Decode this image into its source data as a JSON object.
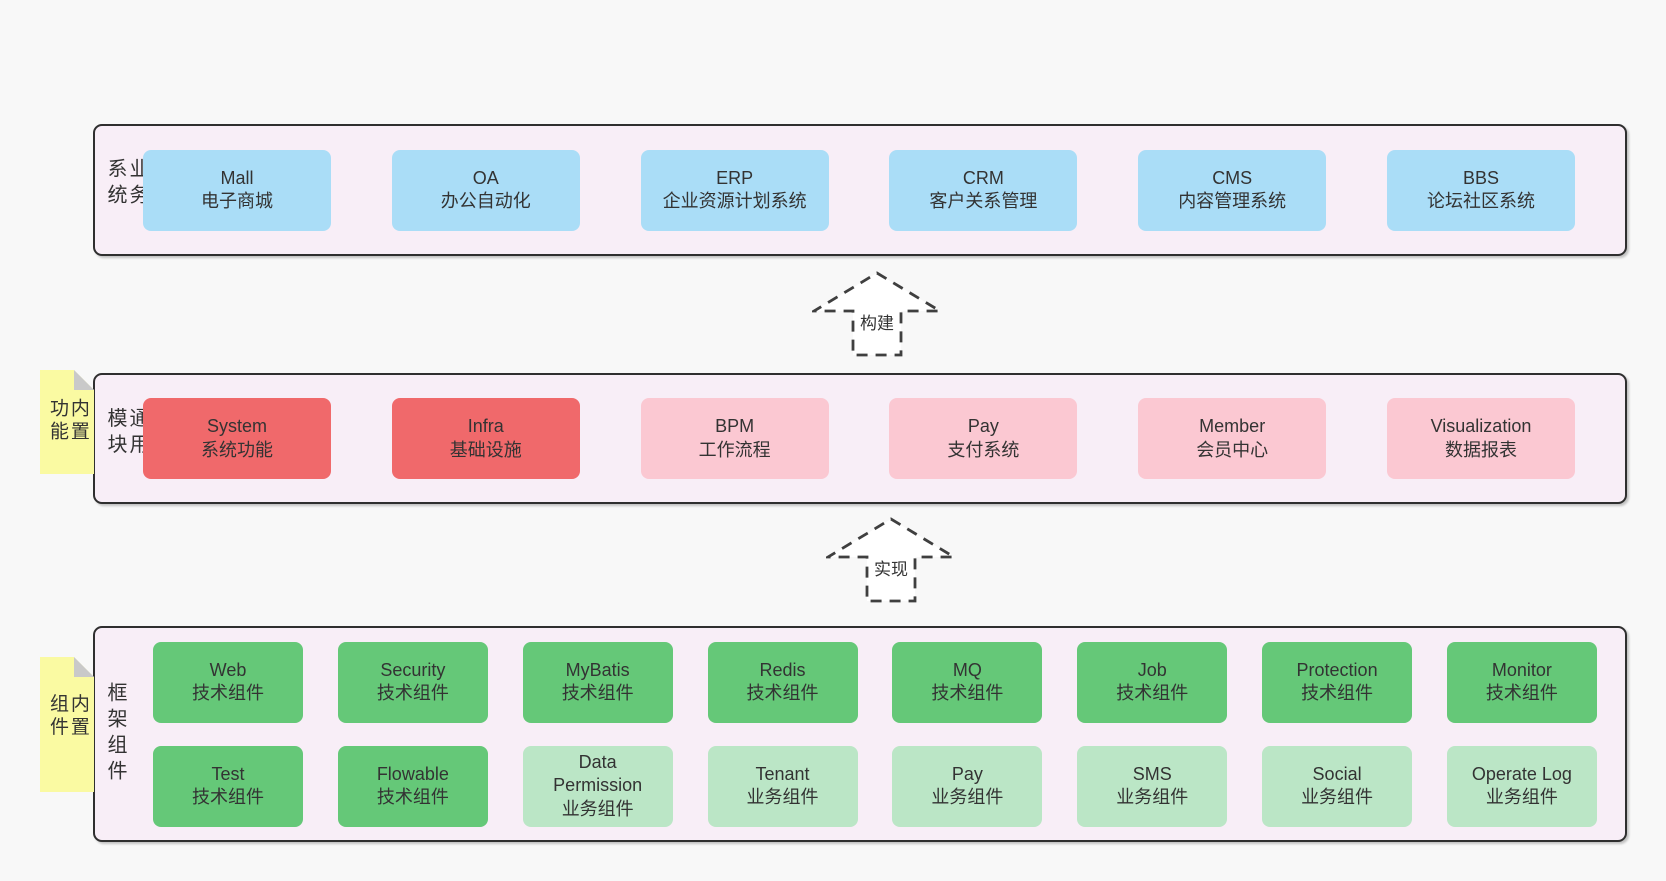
{
  "diagram": {
    "arrows": [
      {
        "label": "构建"
      },
      {
        "label": "实现"
      }
    ],
    "bands": {
      "business": {
        "label": "业务系统",
        "boxes": [
          {
            "en": "Mall",
            "zh": "电子商城"
          },
          {
            "en": "OA",
            "zh": "办公自动化"
          },
          {
            "en": "ERP",
            "zh": "企业资源计划系统"
          },
          {
            "en": "CRM",
            "zh": "客户关系管理"
          },
          {
            "en": "CMS",
            "zh": "内容管理系统"
          },
          {
            "en": "BBS",
            "zh": "论坛社区系统"
          }
        ]
      },
      "modules": {
        "label": "通用模块",
        "sticky": "内置功能",
        "boxes": [
          {
            "en": "System",
            "zh": "系统功能"
          },
          {
            "en": "Infra",
            "zh": "基础设施"
          },
          {
            "en": "BPM",
            "zh": "工作流程"
          },
          {
            "en": "Pay",
            "zh": "支付系统"
          },
          {
            "en": "Member",
            "zh": "会员中心"
          },
          {
            "en": "Visualization",
            "zh": "数据报表"
          }
        ]
      },
      "components": {
        "label": "框架组件",
        "sticky": "内置组件",
        "row1": [
          {
            "en": "Web",
            "zh": "技术组件"
          },
          {
            "en": "Security",
            "zh": "技术组件"
          },
          {
            "en": "MyBatis",
            "zh": "技术组件"
          },
          {
            "en": "Redis",
            "zh": "技术组件"
          },
          {
            "en": "MQ",
            "zh": "技术组件"
          },
          {
            "en": "Job",
            "zh": "技术组件"
          },
          {
            "en": "Protection",
            "zh": "技术组件"
          },
          {
            "en": "Monitor",
            "zh": "技术组件"
          }
        ],
        "row2": [
          {
            "en": "Test",
            "zh": "技术组件"
          },
          {
            "en": "Flowable",
            "zh": "技术组件"
          },
          {
            "en": "Data Permission",
            "zh": "业务组件"
          },
          {
            "en": "Tenant",
            "zh": "业务组件"
          },
          {
            "en": "Pay",
            "zh": "业务组件"
          },
          {
            "en": "SMS",
            "zh": "业务组件"
          },
          {
            "en": "Social",
            "zh": "业务组件"
          },
          {
            "en": "Operate Log",
            "zh": "业务组件"
          }
        ]
      }
    },
    "colors": {
      "page_bg": "#f8f8f8",
      "band_fill": "#f8eef7",
      "band_border": "#2f2f2f",
      "blue": "#aaddf7",
      "red": "#f0696b",
      "pink": "#fbc8d2",
      "green": "#65c878",
      "light_green": "#bbe6c6",
      "sticky_yellow": "#fafaa2",
      "fold_gray": "#c9c9c9",
      "text": "#333333"
    }
  }
}
